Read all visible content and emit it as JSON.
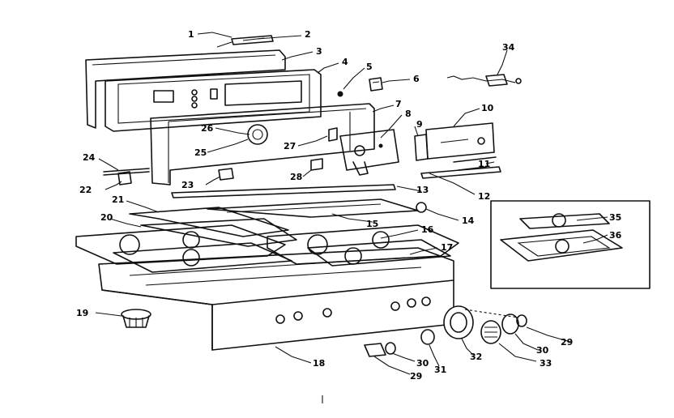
{
  "callouts": {
    "c1": "1",
    "c2": "2",
    "c3": "3",
    "c4": "4",
    "c5": "5",
    "c6": "6",
    "c7": "7",
    "c8": "8",
    "c9": "9",
    "c10": "10",
    "c11": "11",
    "c12": "12",
    "c13": "13",
    "c14": "14",
    "c15": "15",
    "c16": "16",
    "c17": "17",
    "c18": "18",
    "c19": "19",
    "c20": "20",
    "c21": "21",
    "c22": "22",
    "c23": "23",
    "c24": "24",
    "c25": "25",
    "c26": "26",
    "c27": "27",
    "c28": "28",
    "c29a": "29",
    "c29b": "29",
    "c30a": "30",
    "c30b": "30",
    "c31": "31",
    "c32": "32",
    "c33": "33",
    "c34": "34",
    "c35": "35",
    "c36": "36"
  }
}
